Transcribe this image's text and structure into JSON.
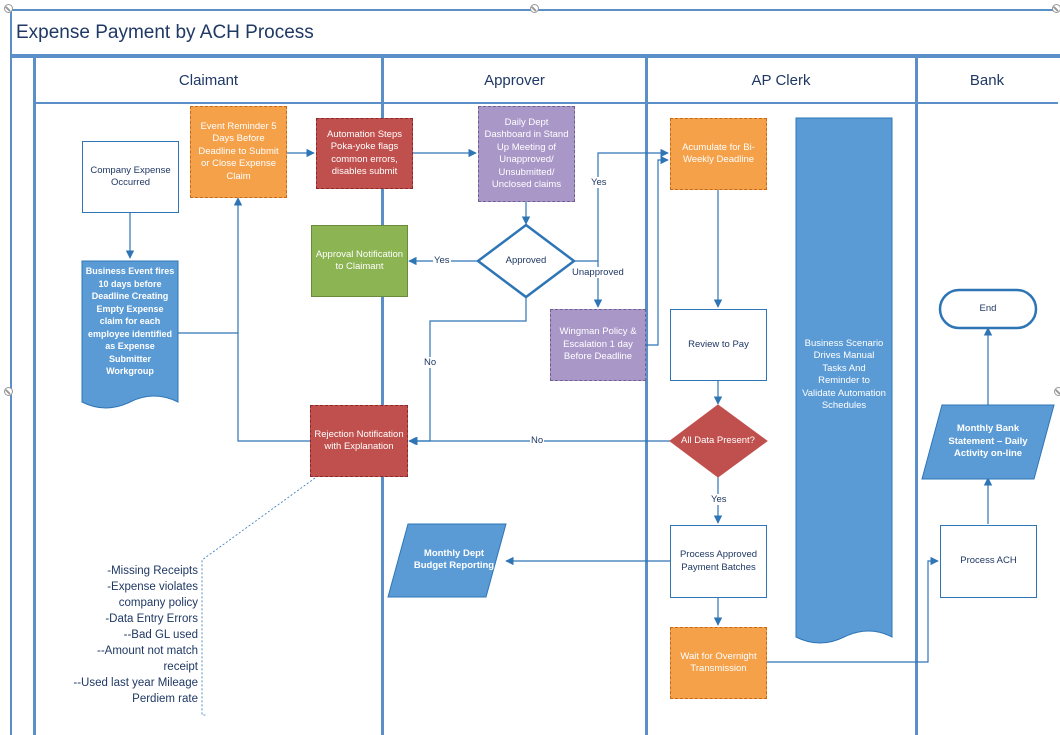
{
  "title": "Expense Payment by ACH Process",
  "lanes": [
    "Claimant",
    "Approver",
    "AP Clerk",
    "Bank"
  ],
  "nodes": {
    "company_expense": "Company Expense Occurred",
    "business_event": "Business Event fires 10 days before Deadline Creating Empty Expense claim for each employee identified as Expense Submitter Workgroup",
    "event_reminder": "Event Reminder 5 Days Before Deadline to Submit or Close Expense Claim",
    "automation_steps": "Automation Steps Poka-yoke flags common errors, disables submit",
    "daily_dept": "Daily Dept Dashboard in Stand Up Meeting of Unapproved/ Unsubmitted/ Unclosed claims",
    "approved": "Approved",
    "approval_notification": "Approval Notification to Claimant",
    "wingman": "Wingman Policy & Escalation 1 day Before Deadline",
    "rejection": "Rejection Notification with Explanation",
    "monthly_budget": "Monthly Dept Budget Reporting",
    "accumulate": "Acumulate for Bi-Weekly Deadline",
    "review_to_pay": "Review to Pay",
    "all_data_present": "All Data Present?",
    "process_batches": "Process Approved Payment Batches",
    "wait_overnight": "Wait for Overnight Transmission",
    "business_scenario": "Business Scenario Drives Manual Tasks And Reminder to Validate Automation Schedules",
    "end": "End",
    "monthly_bank": "Monthly Bank Statement – Daily Activity on-line",
    "process_ach": "Process ACH"
  },
  "edge_labels": {
    "yes_approval": "Yes",
    "unapproved": "Unapproved",
    "yes_accumulate": "Yes",
    "no_rejection": "No",
    "no_all_data": "No",
    "yes_process": "Yes"
  },
  "annotation_lines": [
    "-Missing Receipts",
    "-Expense violates",
    "company policy",
    "-Data Entry Errors",
    "--Bad GL used",
    "--Amount not match",
    "receipt",
    "--Used last year Mileage",
    "Perdiem rate"
  ]
}
